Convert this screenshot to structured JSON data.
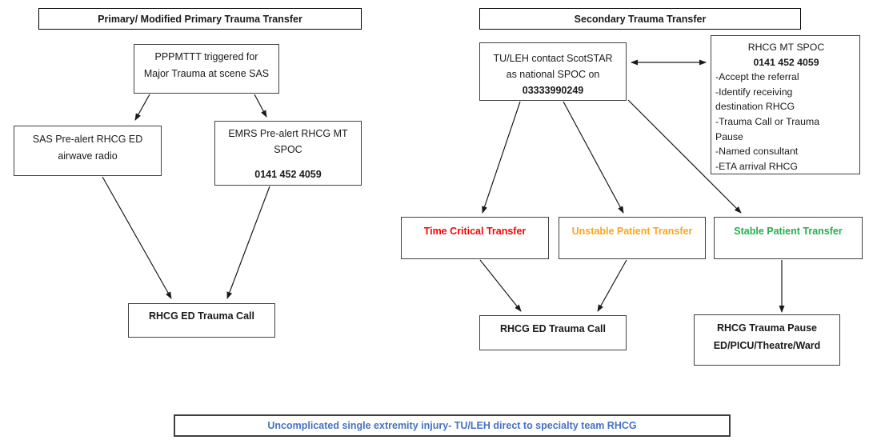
{
  "primary": {
    "title": "Primary/ Modified Primary Trauma Transfer",
    "trigger": {
      "line1": "PPPMTTT triggered for",
      "line2": "Major Trauma at scene SAS"
    },
    "sas": {
      "line1": "SAS Pre-alert RHCG ED",
      "line2": "airwave radio"
    },
    "emrs": {
      "line1": "EMRS Pre-alert RHCG MT",
      "line2": "SPOC",
      "phone": "0141 452 4059"
    },
    "trauma_call": "RHCG ED Trauma Call"
  },
  "secondary": {
    "title": "Secondary Trauma Transfer",
    "contact": {
      "line1": "TU/LEH contact ScotSTAR",
      "line2": "as national SPOC on",
      "phone": "03333990249"
    },
    "spoc": {
      "title": "RHCG MT SPOC",
      "phone": "0141 452 4059",
      "lines": [
        "-Accept the referral",
        "-Identify receiving",
        "destination RHCG",
        "-Trauma Call or Trauma",
        "Pause",
        "-Named consultant",
        "-ETA arrival RHCG"
      ]
    },
    "transfers": [
      {
        "label": "Time Critical Transfer",
        "color": "#FF0000"
      },
      {
        "label": "Unstable Patient Transfer",
        "color": "#FFA41C"
      },
      {
        "label": "Stable Patient Transfer",
        "color": "#22B04C"
      }
    ],
    "trauma_call": "RHCG ED Trauma Call",
    "pause": {
      "line1": "RHCG Trauma Pause",
      "line2": "ED/PICU/Theatre/Ward"
    }
  },
  "footer": {
    "text": "Uncomplicated single extremity injury- TU/LEH direct to specialty team RHCG",
    "color": "#4472C4"
  }
}
